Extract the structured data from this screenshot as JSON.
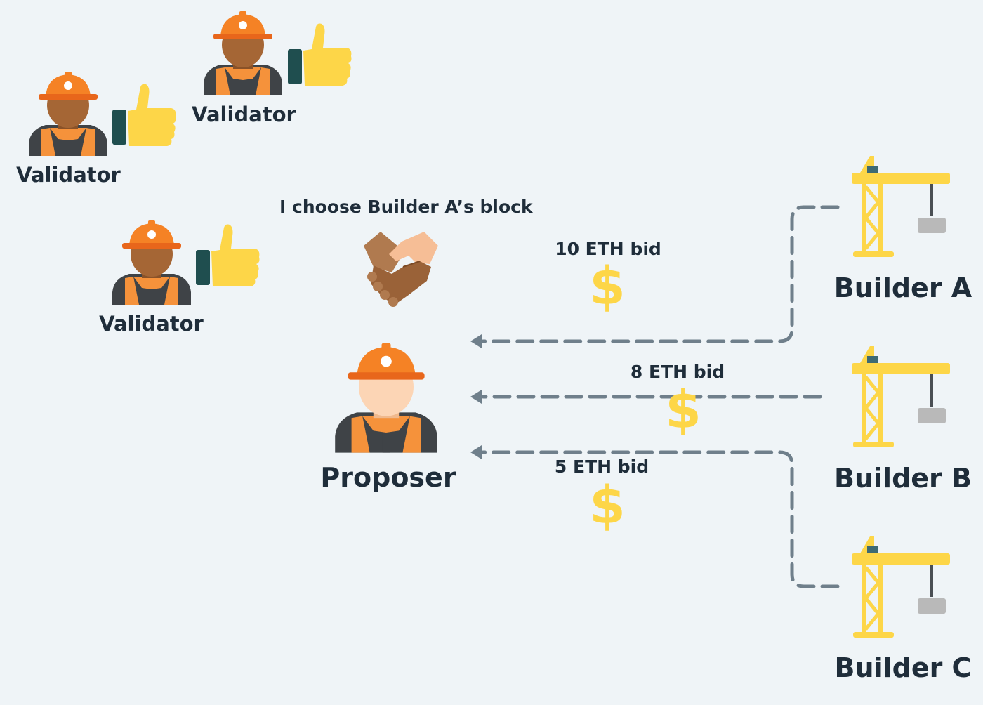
{
  "validators": [
    {
      "label": "Validator"
    },
    {
      "label": "Validator"
    },
    {
      "label": "Validator"
    }
  ],
  "proposer": {
    "label": "Proposer"
  },
  "handshake": {
    "caption": "I choose Builder A’s block"
  },
  "builders": [
    {
      "label": "Builder A"
    },
    {
      "label": "Builder B"
    },
    {
      "label": "Builder C"
    }
  ],
  "bids": [
    {
      "label": "10 ETH bid",
      "symbol": "$"
    },
    {
      "label": "8 ETH bid",
      "symbol": "$"
    },
    {
      "label": "5 ETH bid",
      "symbol": "$"
    }
  ],
  "icons": {
    "worker": "worker-icon",
    "thumbs_up": "thumbs-up-icon",
    "handshake": "handshake-icon",
    "crane": "crane-icon",
    "dollar": "dollar-icon"
  },
  "colors": {
    "background": "#eff4f7",
    "helmet": "#f58225",
    "vest": "#f5923b",
    "thumb": "#fdd648",
    "crane": "#fdd648",
    "arrow": "#6f7f8b",
    "dollar": "#fdd648",
    "text": "#1f2d3a"
  }
}
